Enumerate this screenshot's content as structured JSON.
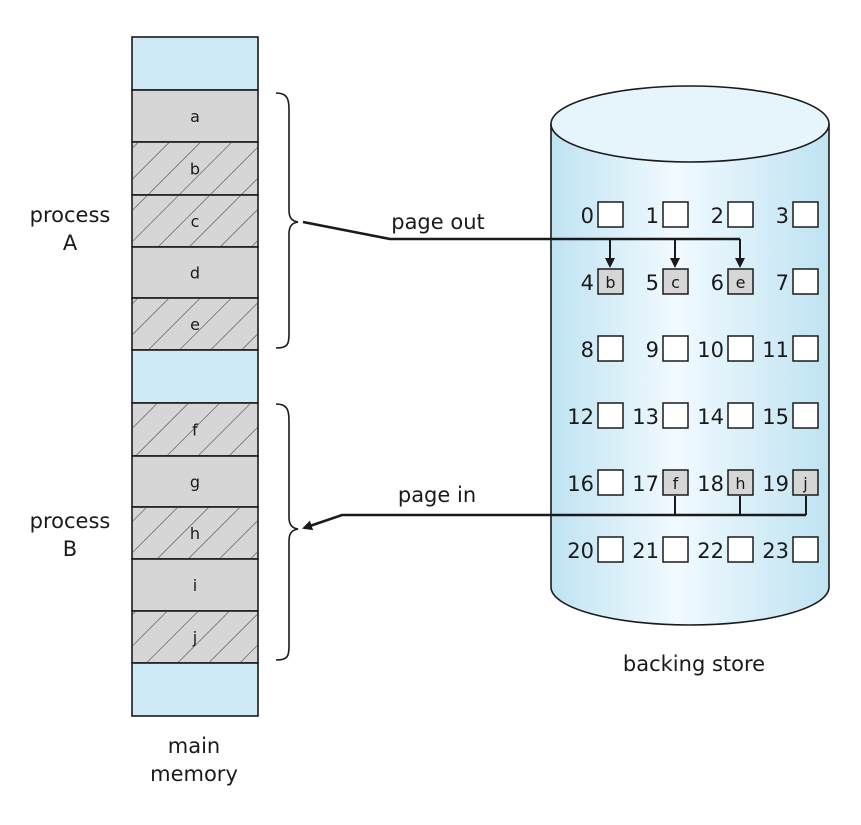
{
  "memory": {
    "label_line1": "main",
    "label_line2": "memory",
    "frames": [
      {
        "label": "",
        "kind": "free"
      },
      {
        "label": "a",
        "kind": "resident"
      },
      {
        "label": "b",
        "kind": "swapped"
      },
      {
        "label": "c",
        "kind": "swapped"
      },
      {
        "label": "d",
        "kind": "resident"
      },
      {
        "label": "e",
        "kind": "swapped"
      },
      {
        "label": "",
        "kind": "free"
      },
      {
        "label": "f",
        "kind": "swapped"
      },
      {
        "label": "g",
        "kind": "resident"
      },
      {
        "label": "h",
        "kind": "swapped"
      },
      {
        "label": "i",
        "kind": "resident"
      },
      {
        "label": "j",
        "kind": "swapped"
      },
      {
        "label": "",
        "kind": "free"
      }
    ]
  },
  "processes": [
    {
      "line1": "process",
      "line2": "A"
    },
    {
      "line1": "process",
      "line2": "B"
    }
  ],
  "arrows": {
    "page_out": "page out",
    "page_in": "page in"
  },
  "backing_store": {
    "label": "backing store",
    "slots": [
      {
        "num": "0",
        "page": ""
      },
      {
        "num": "1",
        "page": ""
      },
      {
        "num": "2",
        "page": ""
      },
      {
        "num": "3",
        "page": ""
      },
      {
        "num": "4",
        "page": "b"
      },
      {
        "num": "5",
        "page": "c"
      },
      {
        "num": "6",
        "page": "e"
      },
      {
        "num": "7",
        "page": ""
      },
      {
        "num": "8",
        "page": ""
      },
      {
        "num": "9",
        "page": ""
      },
      {
        "num": "10",
        "page": ""
      },
      {
        "num": "11",
        "page": ""
      },
      {
        "num": "12",
        "page": ""
      },
      {
        "num": "13",
        "page": ""
      },
      {
        "num": "14",
        "page": ""
      },
      {
        "num": "15",
        "page": ""
      },
      {
        "num": "16",
        "page": ""
      },
      {
        "num": "17",
        "page": "f"
      },
      {
        "num": "18",
        "page": "h"
      },
      {
        "num": "19",
        "page": "j"
      },
      {
        "num": "20",
        "page": ""
      },
      {
        "num": "21",
        "page": ""
      },
      {
        "num": "22",
        "page": ""
      },
      {
        "num": "23",
        "page": ""
      }
    ]
  },
  "colors": {
    "free_frame": "#cdeaf6",
    "resident_frame": "#d6d6d6",
    "swapped_frame": "#d6d6d6",
    "hatch": "#555555",
    "cylinder_light": "#e6f5fc",
    "cylinder_dark": "#bfe3f2",
    "stroke": "#1a1a1a"
  }
}
